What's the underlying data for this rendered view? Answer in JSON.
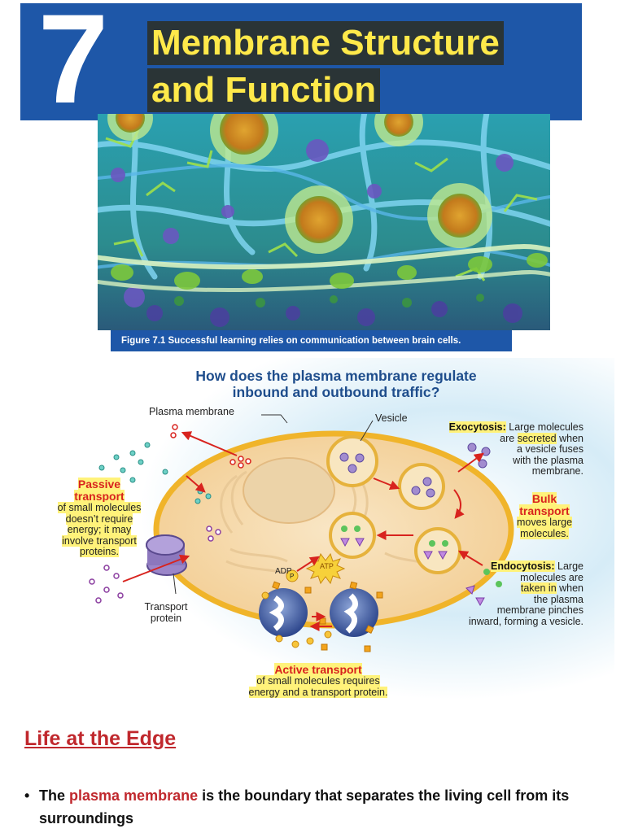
{
  "header": {
    "chapter_number": "7",
    "title_line1": "Membrane Structure",
    "title_line2": "and Function",
    "banner_color": "#1e57a8",
    "title_color": "#ffe94a"
  },
  "figure": {
    "caption": "Figure 7.1  Successful learning relies on communication between brain cells."
  },
  "diagram": {
    "question_line1": "How does the plasma membrane regulate",
    "question_line2": "inbound and outbound traffic?",
    "labels": {
      "plasma_membrane": "Plasma membrane",
      "vesicle": "Vesicle",
      "transport_protein_1": "Transport",
      "transport_protein_2": "protein",
      "adp": "ADP",
      "atp": "ATP",
      "p": "P"
    },
    "passive": {
      "heading1": "Passive",
      "heading2": "transport",
      "lines": [
        "of small molecules",
        "doesn’t require",
        "energy; it may",
        "involve transport",
        "proteins."
      ]
    },
    "exocytosis": {
      "heading": "Exocytosis:",
      "after_heading": " Large molecules",
      "line2_pre": "are ",
      "line2_hl": "secreted",
      "line2_post": " when",
      "line3": "a vesicle fuses",
      "line4": "with the plasma",
      "line5": "membrane."
    },
    "bulk": {
      "heading1": "Bulk",
      "heading2": "transport",
      "line1": "moves large",
      "line2": "molecules."
    },
    "endocytosis": {
      "heading": "Endocytosis:",
      "after_heading": " Large",
      "line2": "molecules are",
      "line3_hl": "taken in",
      "line3_post": " when",
      "line4": "the plasma",
      "line5": "membrane pinches",
      "line6": "inward, forming a vesicle."
    },
    "active": {
      "heading": "Active transport",
      "line1": "of small molecules requires",
      "line2": "energy and a transport protein."
    }
  },
  "section": {
    "title": "Life at the Edge",
    "bullet_pre": "The ",
    "bullet_term": "plasma membrane",
    "bullet_post": " is the boundary that separates the living cell from its surroundings"
  }
}
